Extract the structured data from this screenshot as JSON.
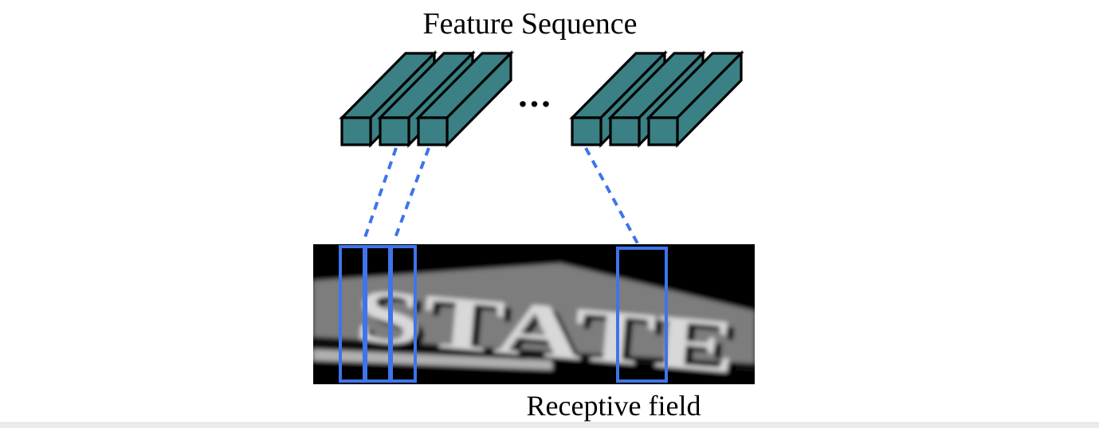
{
  "title": "Feature Sequence",
  "ellipsis": "...",
  "caption": "Receptive field",
  "photo": {
    "word": "STATE"
  },
  "colors": {
    "bar_fill": "#3a8084",
    "outline": "#000000",
    "receptive_blue": "#3e74ec",
    "photo_background": "#060606",
    "photo_plate": "#7d7d7d",
    "photo_letters": "#d8d8d8",
    "photo_light_strip": "#b0b0b0",
    "photo_dark_streak": "#0b0b0b",
    "footer_bar": "#ececec"
  }
}
